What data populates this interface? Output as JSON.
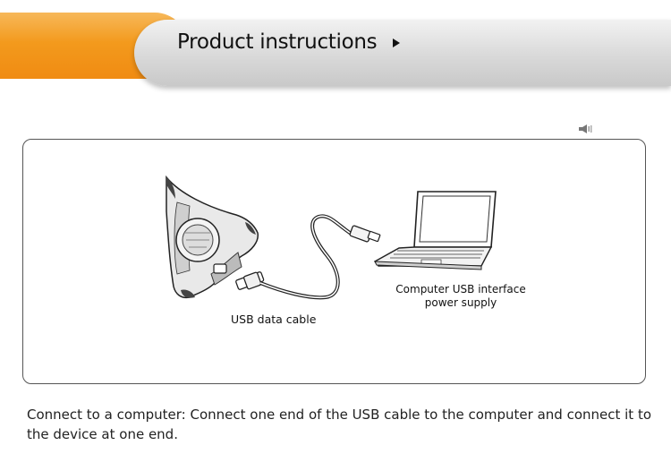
{
  "header": {
    "title": "Product instructions",
    "accent_color": "#f39a1d",
    "bar_color": "#d9d9d9"
  },
  "illustration": {
    "cable_label": "USB data cable",
    "computer_label_line1": "Computer USB interface",
    "computer_label_line2": "power supply",
    "icons": [
      "conference-speaker-icon",
      "usb-plug-icon",
      "laptop-icon"
    ]
  },
  "caption": "Connect to a computer: Connect one end of the USB cable to the computer and connect it to the device at one end."
}
